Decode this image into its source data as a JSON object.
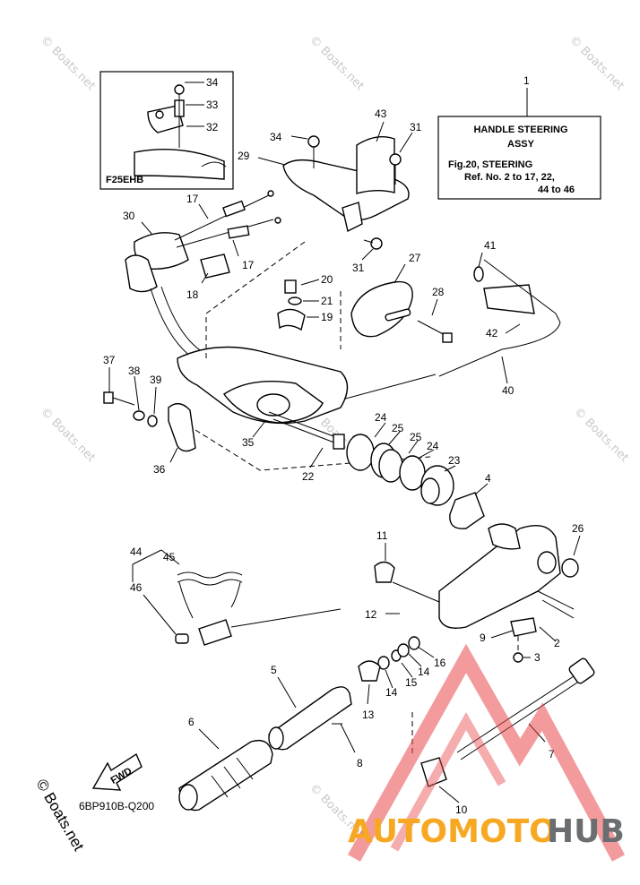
{
  "info_box": {
    "ref": "1",
    "title_line1": "HANDLE STEERING",
    "title_line2": "ASSY",
    "fig_line": "Fig.20, STEERING",
    "ref_line1": "Ref. No. 2 to 17, 22,",
    "ref_line2": "44 to 46"
  },
  "inset": {
    "label": "F25EHB",
    "parts": [
      "34",
      "33",
      "32"
    ]
  },
  "diagram_code": "6BP910B-Q200",
  "fwd_label": "FWD",
  "copyright_vertical": "© Boats.net",
  "watermark_text": "© Boats.net",
  "brand": {
    "part_a": "AUTOMOTO",
    "part_b": "HUB",
    "color_a": "#f7a823",
    "color_b": "#6b6e70"
  },
  "triangle_color": "#e8474a",
  "callouts": {
    "c2": "2",
    "c3": "3",
    "c4": "4",
    "c5": "5",
    "c6": "6",
    "c7": "7",
    "c8": "8",
    "c9": "9",
    "c10": "10",
    "c11": "11",
    "c12": "12",
    "c13": "13",
    "c14a": "14",
    "c14b": "14",
    "c15": "15",
    "c16": "16",
    "c17a": "17",
    "c17b": "17",
    "c18": "18",
    "c19": "19",
    "c20": "20",
    "c21": "21",
    "c22": "22",
    "c23": "23",
    "c24a": "24",
    "c24b": "24",
    "c25a": "25",
    "c25b": "25",
    "c26": "26",
    "c27": "27",
    "c28": "28",
    "c29": "29",
    "c30": "30",
    "c31a": "31",
    "c31b": "31",
    "c34": "34",
    "c35": "35",
    "c36": "36",
    "c37": "37",
    "c38": "38",
    "c39": "39",
    "c40": "40",
    "c41": "41",
    "c42": "42",
    "c43": "43",
    "c44": "44",
    "c45": "45",
    "c46": "46"
  }
}
